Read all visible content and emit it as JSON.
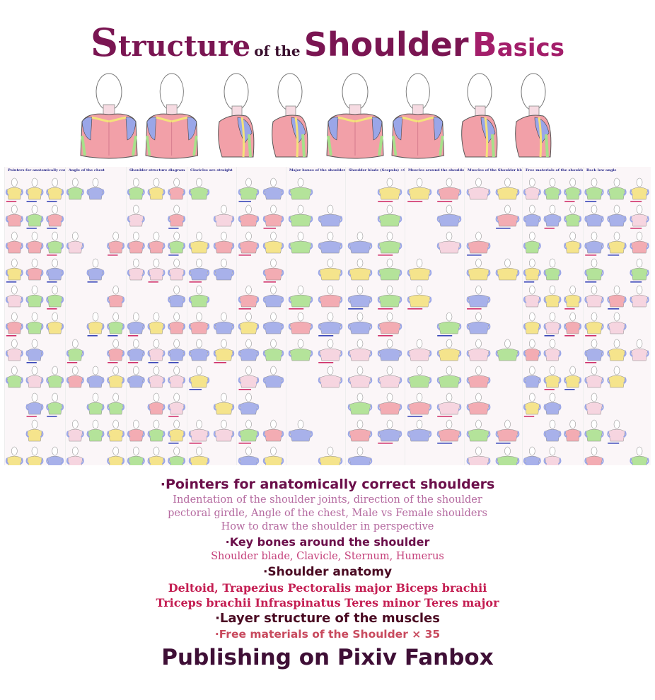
{
  "title": {
    "structure_initial": "S",
    "structure_rest": "tructure",
    "of_the": "of the",
    "shoulder": "Shoulder",
    "basics_initial": "B",
    "basics_rest": "asics"
  },
  "panels": [
    {
      "title": "Pointers for anatomically correct shoulders"
    },
    {
      "title": "Angle of the chest"
    },
    {
      "title": "Shoulder structure diagram"
    },
    {
      "title": "Clavicles are straight"
    },
    {
      "title": ""
    },
    {
      "title": "Major bones of the shoulder"
    },
    {
      "title": "Shoulder blade (Scapula) +Clavicle+Sternum"
    },
    {
      "title": "Muscles around the shoulder"
    },
    {
      "title": "Muscles of the Shoulder blade"
    },
    {
      "title": "Free materials of the shoulder"
    },
    {
      "title": "Back low angle"
    }
  ],
  "list": {
    "h1": "·Pointers for anatomically correct shoulders",
    "s1a": "Indentation of the shoulder joints, direction of the shoulder",
    "s1b": "pectoral girdle, Angle of the chest, Male vs Female shoulders",
    "s1c": "How to draw the shoulder in perspective",
    "h2": "·Key bones around the shoulder",
    "s2": "Shoulder blade, Clavicle,   Sternum,   Humerus",
    "h3": "·Shoulder anatomy",
    "s3a": "Deltoid, Trapezius   Pectoralis major   Biceps brachii",
    "s3b": "Triceps brachii   Infraspinatus   Teres minor   Teres major",
    "h4": "·Layer structure of the muscles",
    "h5": "·Free materials of the Shoulder  × 35"
  },
  "publish": "Publishing on Pixiv Fanbox",
  "colors": {
    "accent": "#7a1552",
    "muscle": "#f2a0a8",
    "bone_blue": "#9aa6e8",
    "tendon_yellow": "#f4e27a",
    "green": "#a8e08a"
  }
}
